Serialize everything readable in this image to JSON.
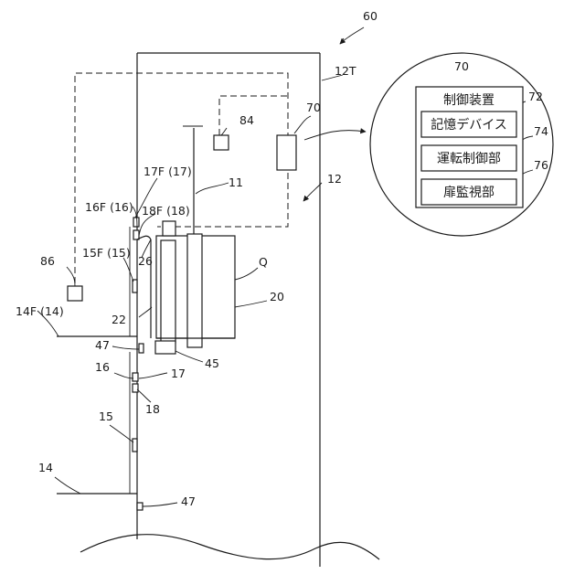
{
  "labels": {
    "fig_ref": "60",
    "shaft_top": "12T",
    "shaft": "12",
    "rope": "11",
    "controller": "70",
    "box84": "84",
    "box86": "86",
    "floor17f": "17F (17)",
    "floor16f": "16F (16)",
    "floor18f": "18F (18)",
    "floor15f": "15F (15)",
    "floor14f": "14F (14)",
    "door26": "26",
    "door22": "22",
    "q": "Q",
    "car20": "20",
    "sensor47_top": "47",
    "sensor45": "45",
    "l16": "16",
    "l17": "17",
    "l18": "18",
    "l15": "15",
    "l14": "14",
    "sensor47_bottom": "47"
  },
  "detail": {
    "title_ref": "70",
    "title": "制御装置",
    "items": [
      {
        "ref": "72",
        "label": "記憶デバイス"
      },
      {
        "ref": "74",
        "label": "運転制御部"
      },
      {
        "ref": "76",
        "label": "扉監視部"
      }
    ]
  }
}
